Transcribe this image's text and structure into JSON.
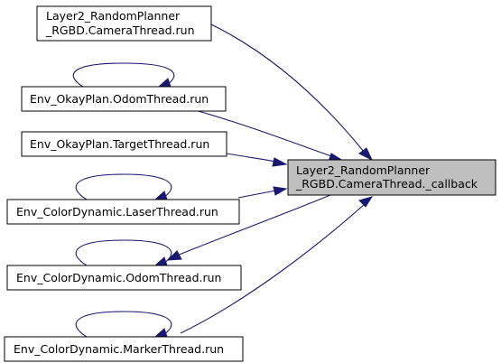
{
  "diagram": {
    "target": {
      "lines": [
        "Layer2_RandomPlanner",
        "_RGBD.CameraThread._callback"
      ]
    },
    "callers": [
      {
        "id": "camera_run",
        "lines": [
          "Layer2_RandomPlanner",
          "_RGBD.CameraThread.run"
        ],
        "self_loop": false
      },
      {
        "id": "okay_odom",
        "lines": [
          "Env_OkayPlan.OdomThread.run"
        ],
        "self_loop": true
      },
      {
        "id": "okay_target",
        "lines": [
          "Env_OkayPlan.TargetThread.run"
        ],
        "self_loop": false
      },
      {
        "id": "color_laser",
        "lines": [
          "Env_ColorDynamic.LaserThread.run"
        ],
        "self_loop": true
      },
      {
        "id": "color_odom",
        "lines": [
          "Env_ColorDynamic.OdomThread.run"
        ],
        "self_loop": true
      },
      {
        "id": "color_marker",
        "lines": [
          "Env_ColorDynamic.MarkerThread.run"
        ],
        "self_loop": true
      }
    ],
    "colors": {
      "edge": "#191970",
      "target_fill": "#bfbfbf",
      "node_fill": "#ffffff",
      "border": "#000000"
    }
  }
}
